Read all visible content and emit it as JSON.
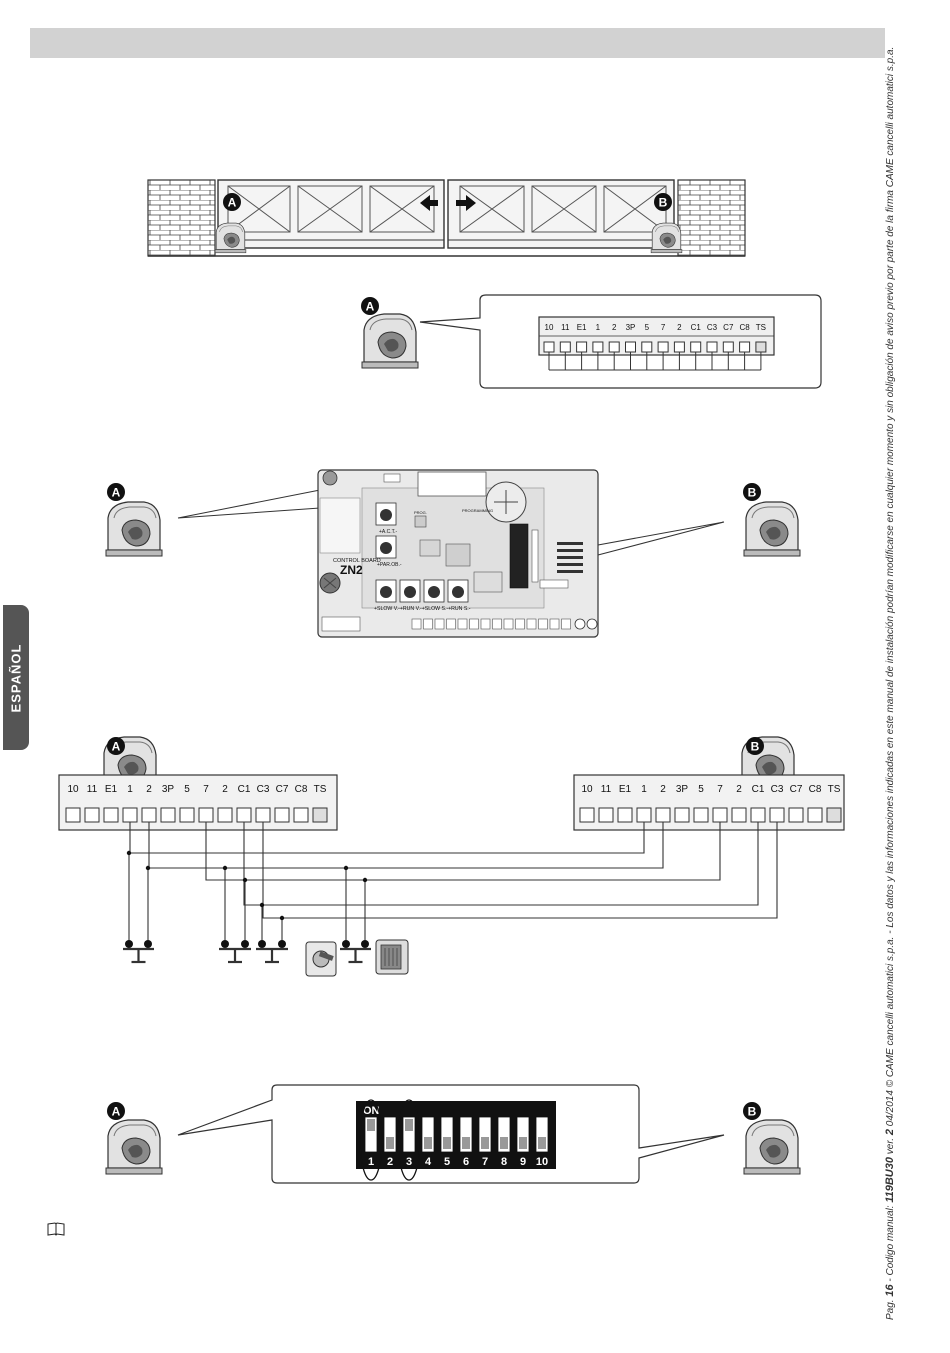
{
  "language_tab": "ESPAÑOL",
  "footer": {
    "page_prefix": "Pag.",
    "page_number": "16",
    "code_prefix": " - Codigo manual: ",
    "manual_code": "119BU30",
    "version_prefix": " ver. ",
    "version": "2",
    "date_and_copyright": " 04/2014 © CAME cancelli automatici s.p.a. - Los datos y las informaciones indicadas en este manual de instalación podrían modificarse en cualquier momento y sin obligación de aviso previo por parte de la firma CAME cancelli automatici s.p.a."
  },
  "markers": {
    "a": "A",
    "b": "B"
  },
  "terminals": [
    "10",
    "11",
    "E1",
    "1",
    "2",
    "3P",
    "5",
    "7",
    "2",
    "C1",
    "C3",
    "C7",
    "C8",
    "TS"
  ],
  "control_board": {
    "label": "CONTROL BOARD",
    "model": "ZN2",
    "trimmer_labels": [
      "+A.C.T.-",
      "+PAR.OB.-"
    ],
    "bottom_trimmer_labels": "+SLOW V.-+RUN V.-+SLOW S.-+RUN S.-",
    "prog_label": "PROG.",
    "programming_label": "PROGRAMMING"
  },
  "dip_switch": {
    "on_label": "ON",
    "switches": [
      "1",
      "2",
      "3",
      "4",
      "5",
      "6",
      "7",
      "8",
      "9",
      "10"
    ],
    "on_states": [
      true,
      false,
      true,
      false,
      false,
      false,
      false,
      false,
      false,
      false
    ]
  }
}
